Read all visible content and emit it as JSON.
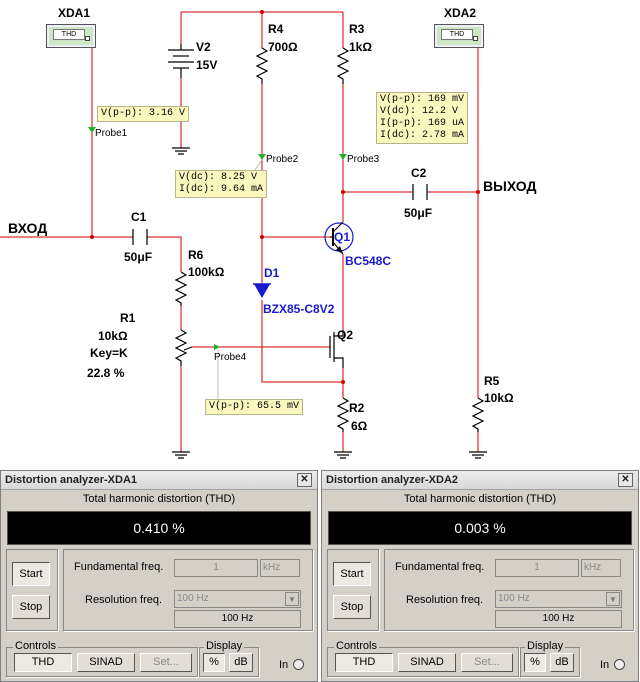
{
  "schematic": {
    "xda1": {
      "name": "XDA1",
      "screen": "THD"
    },
    "xda2": {
      "name": "XDA2",
      "screen": "THD"
    },
    "input_label": "ВХОД",
    "output_label": "ВЫХОД",
    "v2": {
      "name": "V2",
      "value": "15V"
    },
    "r4": {
      "name": "R4",
      "value": "700Ω"
    },
    "r3": {
      "name": "R3",
      "value": "1kΩ"
    },
    "c1": {
      "name": "C1",
      "value": "50μF"
    },
    "c2": {
      "name": "C2",
      "value": "50μF"
    },
    "r6": {
      "name": "R6",
      "value": "100kΩ"
    },
    "r1": {
      "name": "R1",
      "value": "10kΩ",
      "key": "Key=K",
      "percent": "22.8 %"
    },
    "d1": {
      "name": "D1",
      "part": "BZX85-C8V2"
    },
    "q1": {
      "name": "Q1",
      "part": "BC548C"
    },
    "q2": {
      "name": "Q2"
    },
    "r2": {
      "name": "R2",
      "value": "6Ω"
    },
    "r5": {
      "name": "R5",
      "value": "10kΩ"
    },
    "probes": {
      "probe1": {
        "name": "Probe1",
        "lines": [
          "V(p-p): 3.16 V"
        ]
      },
      "probe2": {
        "name": "Probe2",
        "lines": [
          "V(dc): 8.25 V",
          "I(dc): 9.64 mA"
        ]
      },
      "probe3": {
        "name": "Probe3",
        "lines": [
          "V(p-p): 169 mV",
          "V(dc): 12.2 V",
          "I(p-p): 169 uA",
          "I(dc): 2.78 mA"
        ]
      },
      "probe4": {
        "name": "Probe4",
        "lines": [
          "V(p-p): 65.5 mV"
        ]
      }
    }
  },
  "analyzers": [
    {
      "title": "Distortion analyzer-XDA1",
      "thd_label": "Total harmonic distortion (THD)",
      "thd_value": "0.410 %",
      "start": "Start",
      "stop": "Stop",
      "fund_label": "Fundamental freq.",
      "fund_value": "1",
      "fund_unit": "kHz",
      "res_label": "Resolution freq.",
      "res_select": "100 Hz",
      "res_value": "100 Hz",
      "controls_label": "Controls",
      "thd_btn": "THD",
      "sinad_btn": "SINAD",
      "set_btn": "Set...",
      "display_label": "Display",
      "pct_btn": "%",
      "db_btn": "dB",
      "in_label": "In"
    },
    {
      "title": "Distortion analyzer-XDA2",
      "thd_label": "Total harmonic distortion (THD)",
      "thd_value": "0.003 %",
      "start": "Start",
      "stop": "Stop",
      "fund_label": "Fundamental freq.",
      "fund_value": "1",
      "fund_unit": "kHz",
      "res_label": "Resolution freq.",
      "res_select": "100 Hz",
      "res_value": "100 Hz",
      "controls_label": "Controls",
      "thd_btn": "THD",
      "sinad_btn": "SINAD",
      "set_btn": "Set...",
      "display_label": "Display",
      "pct_btn": "%",
      "db_btn": "dB",
      "in_label": "In"
    }
  ],
  "colors": {
    "wire": "#d00000",
    "component": "#000000",
    "probe": "#22b022",
    "part_label": "#1a1ad0",
    "probe_bg": "#fbf8bf"
  }
}
